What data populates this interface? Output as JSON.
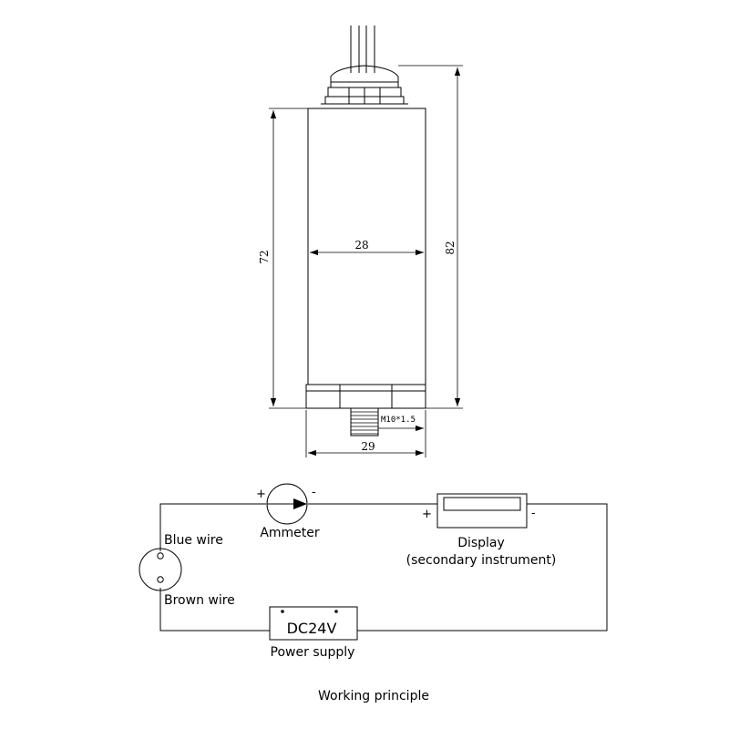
{
  "dimensions": {
    "body_height": "72",
    "total_height": "82",
    "body_diameter": "28",
    "base_diameter": "29",
    "thread_spec": "M10*1.5"
  },
  "circuit": {
    "ammeter_plus": "+",
    "ammeter_minus": "-",
    "ammeter_label": "Ammeter",
    "display_plus": "+",
    "display_minus": "-",
    "display_label_line1": "Display",
    "display_label_line2": "(secondary instrument)",
    "blue_wire_label": "Blue wire",
    "brown_wire_label": "Brown wire",
    "power_supply_value": "DC24V",
    "power_supply_label": "Power supply"
  },
  "caption": "Working principle"
}
